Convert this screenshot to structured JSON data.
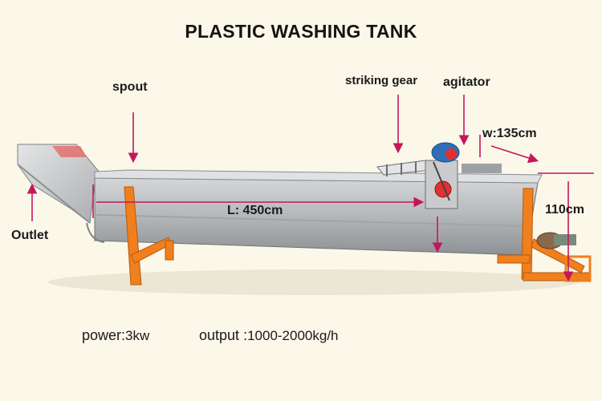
{
  "title": "PLASTIC WASHING TANK",
  "labels": {
    "spout": "spout",
    "striking_gear": "striking gear",
    "agitator": "agitator",
    "width": "w:135cm",
    "length": "L: 450cm",
    "height": "110cm",
    "outlet": "Outlet"
  },
  "specs": {
    "power_label": "power:",
    "power_value": "3kw",
    "output_label": "output",
    "output_sep": ":",
    "output_value": "1000-2000kg/h"
  },
  "colors": {
    "background": "#fbf7e9",
    "tank": "#b9bcbf",
    "frame": "#f07f1e",
    "arrow": "#c2185b",
    "motor": "#2f6fb5",
    "wheel": "#e03030"
  }
}
